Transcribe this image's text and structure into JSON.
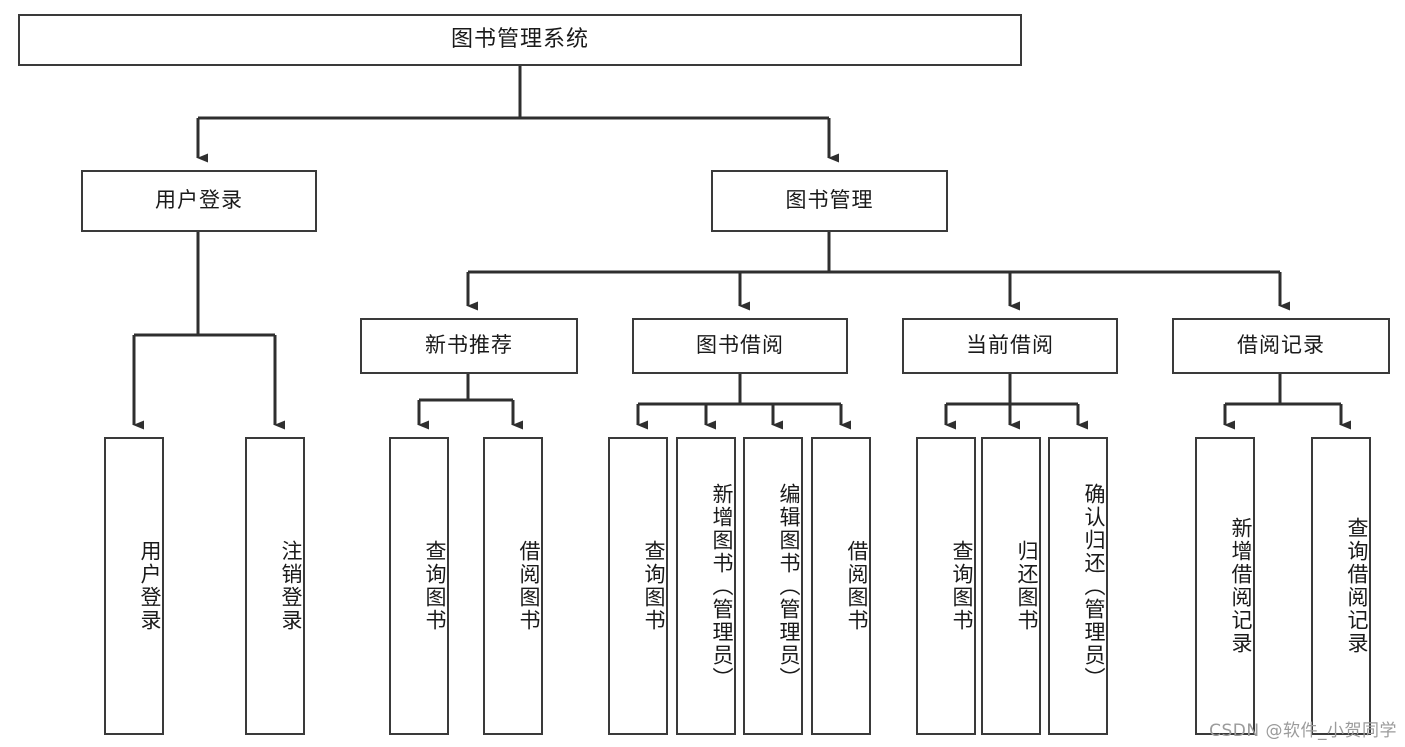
{
  "diagram": {
    "title": "图书管理系统",
    "type": "tree-hierarchy",
    "stroke_color": "#3a3a3a",
    "fill_color": "#ffffff",
    "text_color": "#1a1a1a"
  },
  "nodes": {
    "root": {
      "label": "图书管理系统",
      "level": 1
    },
    "user_login": {
      "label": "用户登录",
      "level": 2
    },
    "book_manage": {
      "label": "图书管理",
      "level": 2
    },
    "new_book_rec": {
      "label": "新书推荐",
      "level": 3
    },
    "book_borrow": {
      "label": "图书借阅",
      "level": 3
    },
    "current_borrow": {
      "label": "当前借阅",
      "level": 3
    },
    "borrow_record": {
      "label": "借阅记录",
      "level": 3
    },
    "leaf_user_login": {
      "label": "用户登录",
      "level": 3
    },
    "leaf_logout": {
      "label": "注销登录",
      "level": 3
    },
    "leaf_query_book_1": {
      "label": "查询图书",
      "level": 4
    },
    "leaf_borrow_book_1": {
      "label": "借阅图书",
      "level": 4
    },
    "leaf_query_book_2": {
      "label": "查询图书",
      "level": 4
    },
    "leaf_add_book": {
      "label": "新增图书（管理员）",
      "level": 4
    },
    "leaf_edit_book": {
      "label": "编辑图书（管理员）",
      "level": 4
    },
    "leaf_borrow_book_2": {
      "label": "借阅图书",
      "level": 4
    },
    "leaf_query_book_3": {
      "label": "查询图书",
      "level": 4
    },
    "leaf_return_book": {
      "label": "归还图书",
      "level": 4
    },
    "leaf_confirm_return": {
      "label": "确认归还（管理员）",
      "level": 4
    },
    "leaf_add_record": {
      "label": "新增借阅记录",
      "level": 4
    },
    "leaf_query_record": {
      "label": "查询借阅记录",
      "level": 4
    }
  },
  "watermark": {
    "text": "CSDN @软件_小贺同学"
  }
}
